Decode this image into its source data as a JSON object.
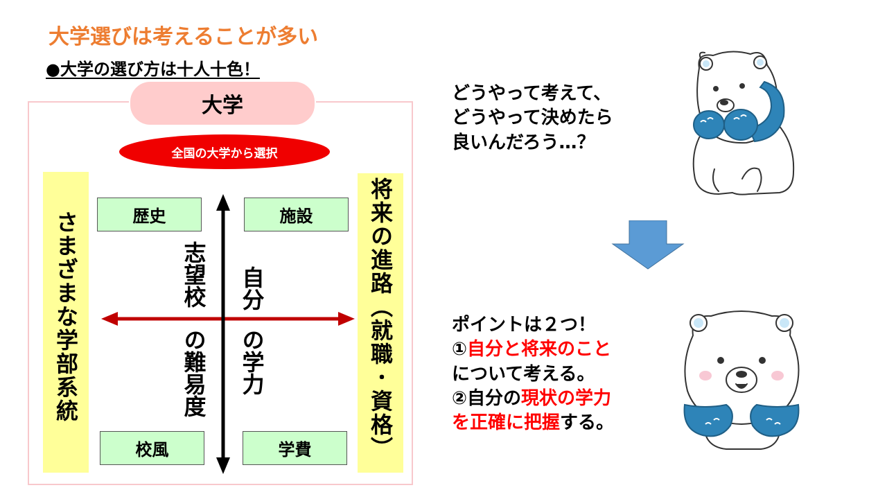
{
  "header": {
    "title": "大学選びは考えることが多い",
    "subtitle": "●大学の選び方は十人十色！"
  },
  "diagram": {
    "center_label": "大学",
    "oval_label": "全国の大学から選択",
    "left_side": "さまざまな学部系統",
    "right_side": "将来の進路（就職･資格）",
    "top_left": "歴史",
    "top_right": "施設",
    "bottom_left": "校風",
    "bottom_right": "学費",
    "axis_left_top": "志望校",
    "axis_left_bottom": "の難易度",
    "axis_right_top": "自分",
    "axis_right_bottom": "の学力",
    "colors": {
      "axis_red": "#C00000",
      "axis_black": "#000000",
      "side_yellow": "#FFFF99",
      "box_green": "#CCFFCC",
      "pill_pink": "#FFCCCC",
      "oval_red": "#F00000"
    }
  },
  "thought": {
    "line1": "どうやって考えて、",
    "line2": "どうやって決めたら",
    "line3": "良いんだろう…？"
  },
  "point": {
    "line1": "ポイントは２つ！",
    "line2_a": "①",
    "line2_b": "自分と将来のこと",
    "line3": "について考える。",
    "line4_a": "②自分の",
    "line4_b": "現状の学力",
    "line5_a": "を正確に把握",
    "line5_b": "する。"
  },
  "icons": [
    "thinking-bear-icon",
    "happy-bear-icon",
    "down-arrow-icon"
  ]
}
